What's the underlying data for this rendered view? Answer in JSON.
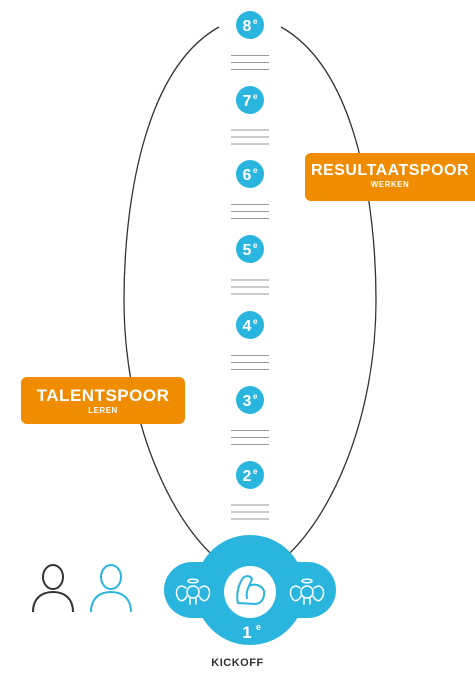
{
  "levels": [
    {
      "num": "8",
      "sup": "e"
    },
    {
      "num": "7",
      "sup": "e"
    },
    {
      "num": "6",
      "sup": "e"
    },
    {
      "num": "5",
      "sup": "e"
    },
    {
      "num": "4",
      "sup": "e"
    },
    {
      "num": "3",
      "sup": "e"
    },
    {
      "num": "2",
      "sup": "e"
    },
    {
      "num": "1",
      "sup": "e"
    }
  ],
  "tracks": {
    "talent": {
      "title": "TALENTSPOOR",
      "subtitle": "LEREN"
    },
    "result": {
      "title": "RESULTAATSPOOR",
      "subtitle": "WERKEN"
    }
  },
  "kickoff": "KICKOFF",
  "icons": {
    "center": "flexed-arm-icon",
    "left": "angel-icon",
    "right": "angel-icon",
    "persons": [
      "person-outline-icon",
      "person-outline-icon"
    ]
  },
  "colors": {
    "accent_blue": "#2ab5df",
    "accent_orange": "#f08c00",
    "line_dark": "#333333",
    "divider_grey": "#9a9a9a"
  }
}
